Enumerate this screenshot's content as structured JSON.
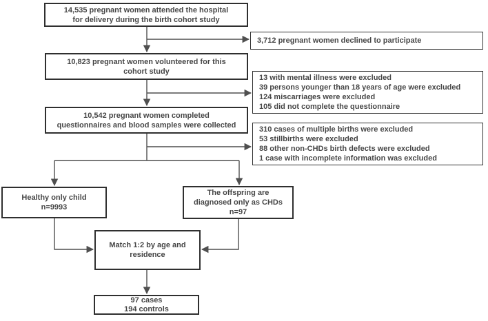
{
  "flowchart": {
    "colors": {
      "border": "#2f2f2f",
      "text": "#464646",
      "line": "#4f4f4f",
      "background": "#ffffff"
    },
    "boxes": {
      "attended": {
        "text": "14,535 pregnant women attended the hospital\nfor delivery during the birth cohort study"
      },
      "declined": {
        "text": "3,712 pregnant women declined to participate"
      },
      "volunteered": {
        "text": "10,823 pregnant women volunteered for this\ncohort study"
      },
      "exclusions1": {
        "lines": [
          "13 with mental illness were excluded",
          "39 persons younger than 18 years of age were excluded",
          "124 miscarriages were excluded",
          "105 did not complete the questionnaire"
        ]
      },
      "completed": {
        "text": "10,542 pregnant women completed\nquestionnaires and blood samples were collected"
      },
      "exclusions2": {
        "lines": [
          "310 cases of multiple births were excluded",
          "53 stillbirths were excluded",
          "88 other non-CHDs birth defects were excluded",
          "1 case with incomplete information was excluded"
        ]
      },
      "healthy": {
        "text": "Healthy only child\nn=9993"
      },
      "chds": {
        "text": "The offspring are\ndiagnosed only as CHDs\nn=97"
      },
      "match": {
        "text": "Match 1:2 by age and\nresidence"
      },
      "final": {
        "text": "97 cases\n194 controls"
      }
    }
  }
}
